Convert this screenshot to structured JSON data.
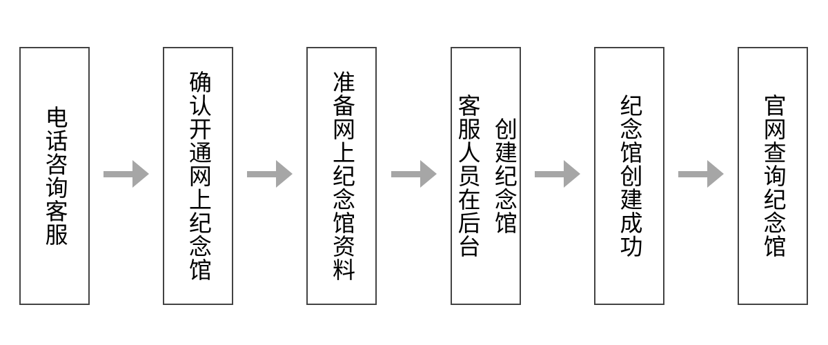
{
  "page": {
    "background_color": "#ffffff",
    "type": "flowchart",
    "direction": "left-to-right"
  },
  "style": {
    "box_border_color": "#424242",
    "box_fill_color": "#ffffff",
    "text_color": "#000000",
    "arrow_color": "#a6a6a6"
  },
  "flow": {
    "steps": [
      {
        "id": 1,
        "name": "phone-consult-support",
        "lines": [
          "电话咨询客服"
        ]
      },
      {
        "id": 2,
        "name": "confirm-open-memorial",
        "lines": [
          "确认开通网上纪念馆"
        ]
      },
      {
        "id": 3,
        "name": "prepare-materials",
        "lines": [
          "准备网上纪念馆资料"
        ]
      },
      {
        "id": 4,
        "name": "staff-create-memorial",
        "lines": [
          "客服人员在后台",
          "创建纪念馆"
        ]
      },
      {
        "id": 5,
        "name": "memorial-created",
        "lines": [
          "纪念馆创建成功"
        ]
      },
      {
        "id": 6,
        "name": "query-on-official-site",
        "lines": [
          "官网查询纪念馆"
        ]
      }
    ],
    "connector_count": 5
  }
}
